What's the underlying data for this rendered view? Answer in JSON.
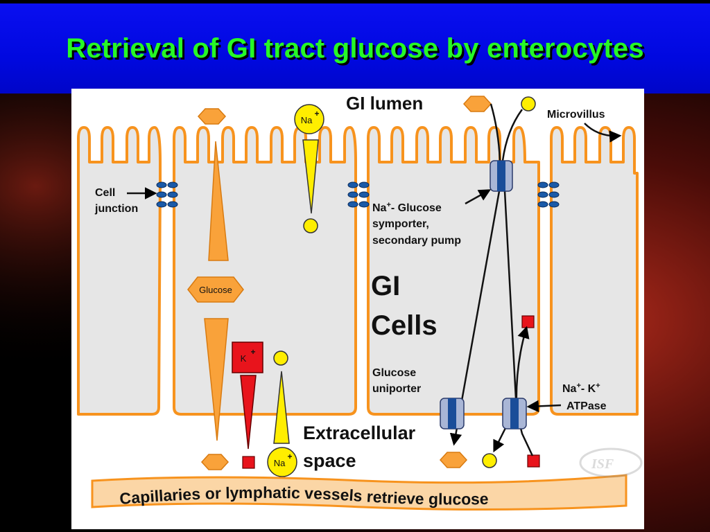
{
  "slide": {
    "title": "Retrieval of GI tract glucose by enterocytes"
  },
  "diagram": {
    "gi_lumen": "GI lumen",
    "microvillus": "Microvillus",
    "cell_junction_1": "Cell",
    "cell_junction_2": "junction",
    "symporter_1": "Na",
    "symporter_1b": "- Glucose",
    "symporter_2": "symporter,",
    "symporter_3": "secondary pump",
    "gi_cells_1": "GI",
    "gi_cells_2": "Cells",
    "uniporter_1": "Glucose",
    "uniporter_2": "uniporter",
    "atpase_1a": "Na",
    "atpase_1b": "- K",
    "atpase_2": "ATPase",
    "extracellular_1": "Extracellular",
    "extracellular_2": "space",
    "glucose_label": "Glucose",
    "na_label": "Na",
    "na_label_2": "Na",
    "plus": "+",
    "k_label": "K",
    "capillaries": "Capillaries or lymphatic vessels retrieve glucose",
    "watermark": "ISF"
  },
  "colors": {
    "membrane": "#f7931e",
    "glucose_fill": "#f9a23a",
    "sodium_fill": "#ffee00",
    "potassium_fill": "#e8141c",
    "transporter_fill": "#a9b6d6",
    "junction_fill": "#1a5aa8",
    "cell_fill": "#e6e6e6",
    "title_color": "#26f826"
  }
}
